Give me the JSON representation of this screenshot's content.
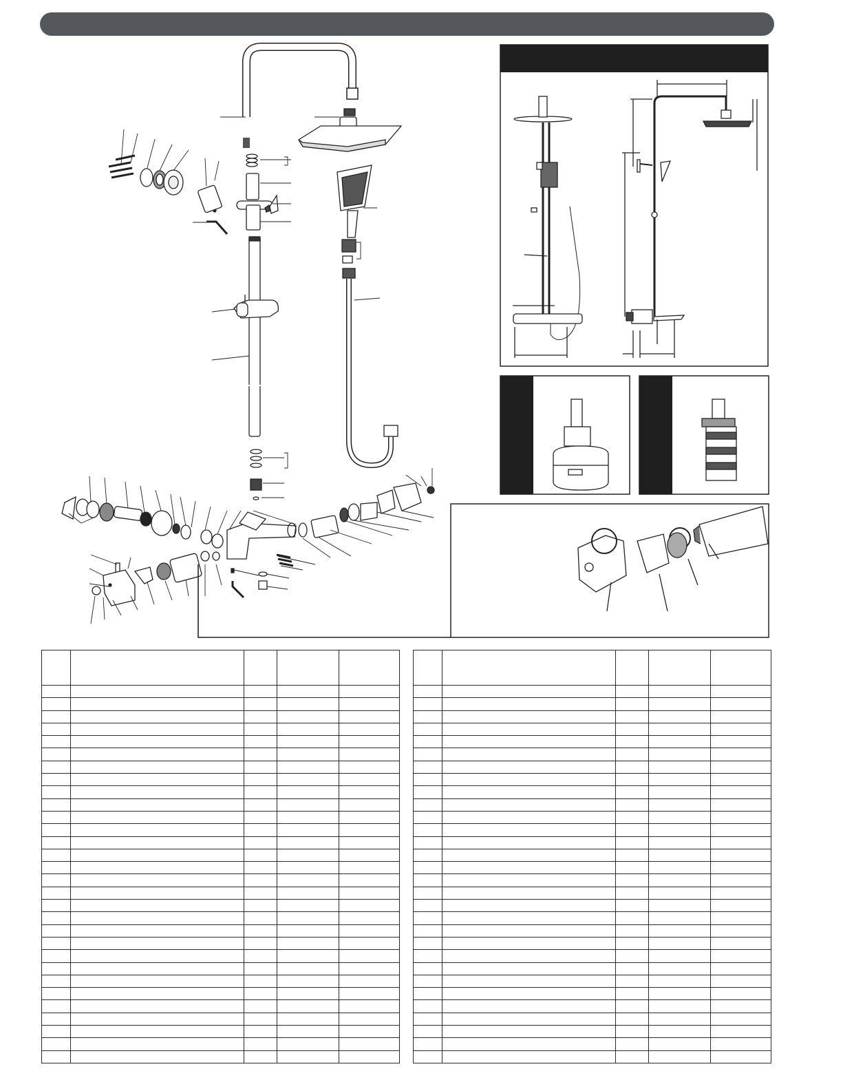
{
  "header": {
    "title": ""
  },
  "colors": {
    "header_bar": "#54575b",
    "panel_header": "#1f1f1f",
    "line": "#222222"
  },
  "dimension_panel": {
    "title": ""
  },
  "cartridge_panels": [
    {
      "name": "ceramic-cartridge",
      "label": ""
    },
    {
      "name": "thermostatic-cartridge",
      "label": ""
    }
  ],
  "detail_panel": {
    "note": ""
  },
  "parts_tables": [
    {
      "columns": [
        "",
        "",
        "",
        "",
        ""
      ],
      "row_count": 30
    },
    {
      "columns": [
        "",
        "",
        "",
        "",
        ""
      ],
      "row_count": 30
    }
  ],
  "footer": {
    "page_number": ""
  }
}
